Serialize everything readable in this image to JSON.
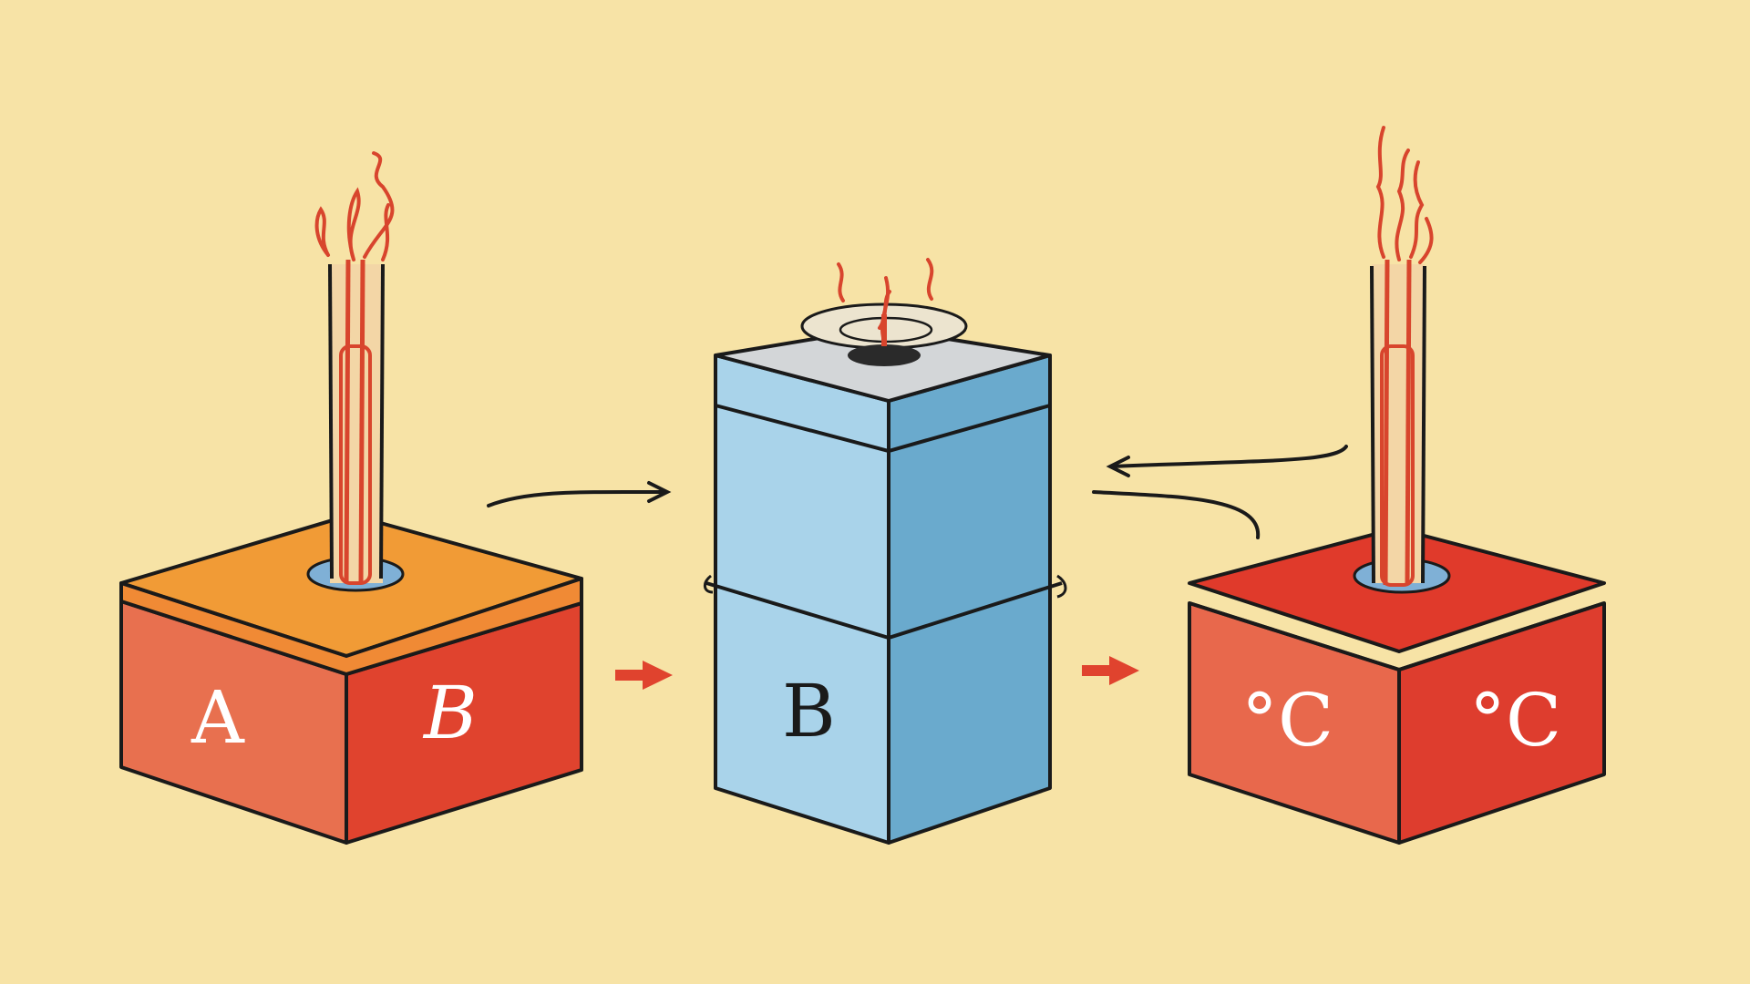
{
  "colors": {
    "background": "#f7e3a6",
    "box_a_top": "#f19b36",
    "box_a_front": "#e8704f",
    "box_a_side": "#e0432e",
    "box_b_top": "#d3d6d8",
    "box_b_front": "#a9d3ea",
    "box_b_side": "#6aaacd",
    "box_c_top": "#e03a2b",
    "box_c_front": "#e8684c",
    "box_c_side": "#de3d2e",
    "flame": "#d8452d",
    "outline": "#1a1a1a",
    "pipe_hole": "#7fb0d6"
  },
  "boxes": [
    {
      "id": "A",
      "front_label": "A",
      "side_label": "B"
    },
    {
      "id": "B",
      "front_label": "B"
    },
    {
      "id": "C",
      "front_label": "°C",
      "side_label": "°C"
    }
  ],
  "arrows": [
    {
      "name": "arrow-a-to-b",
      "color": "black"
    },
    {
      "name": "arrow-c-to-b",
      "color": "black"
    },
    {
      "name": "arrow-red-left",
      "color": "red"
    },
    {
      "name": "arrow-red-right",
      "color": "red"
    }
  ]
}
